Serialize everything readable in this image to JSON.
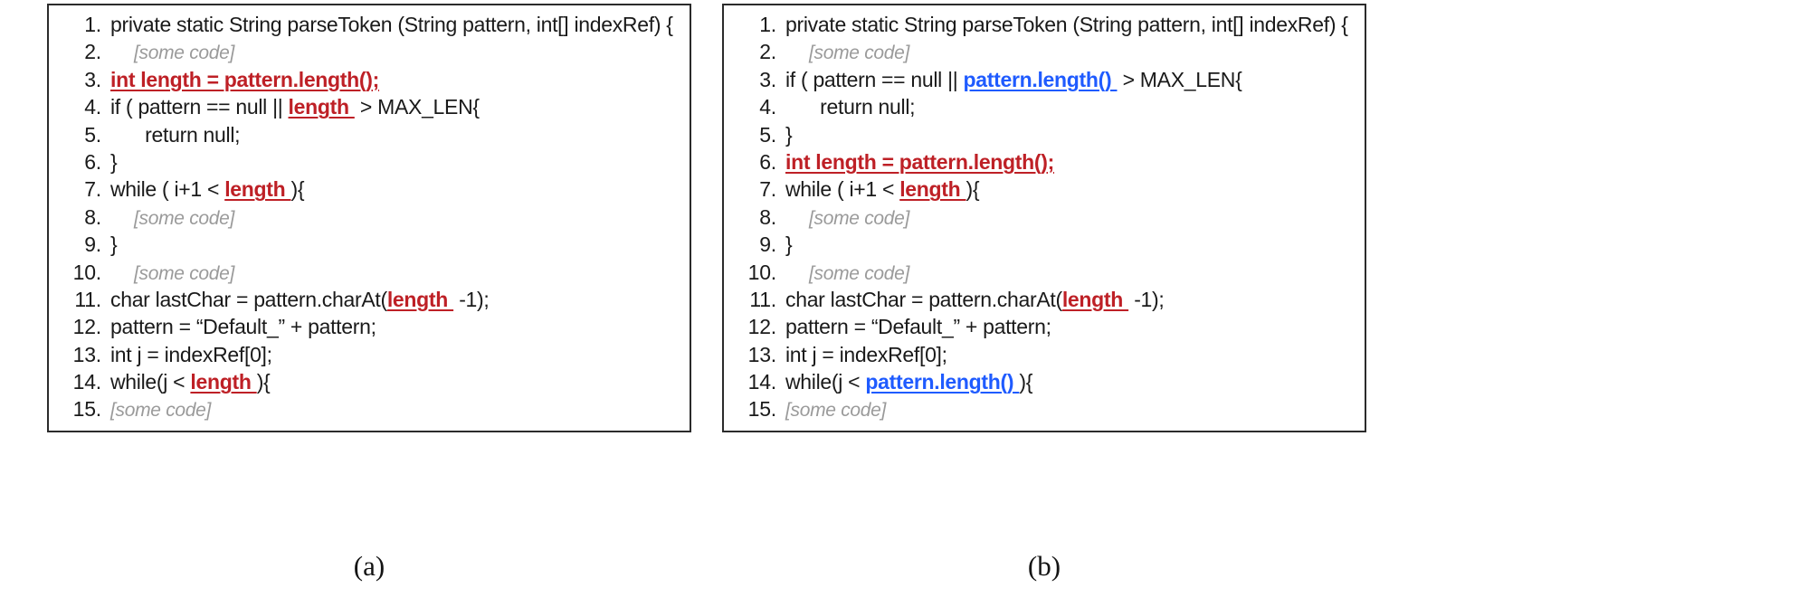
{
  "figure": {
    "panels": [
      {
        "id": "panel-a",
        "caption": "(a)",
        "lines": [
          {
            "n": "1.",
            "indent": 0,
            "tokens": [
              {
                "t": "plain",
                "s": "private static String parseToken (String pattern, int[] indexRef) {"
              }
            ]
          },
          {
            "n": "2.",
            "indent": 1,
            "tokens": [
              {
                "t": "ghost",
                "s": "[some code]"
              }
            ]
          },
          {
            "n": "3.",
            "indent": 0,
            "tokens": [
              {
                "t": "red",
                "s": "int length = pattern.length();"
              }
            ]
          },
          {
            "n": "4.",
            "indent": 0,
            "tokens": [
              {
                "t": "plain",
                "s": "if ( pattern == null || "
              },
              {
                "t": "red",
                "s": "length "
              },
              {
                "t": "plain",
                "s": " > MAX_LEN{"
              }
            ]
          },
          {
            "n": "5.",
            "indent": 1,
            "tokens": [
              {
                "t": "plain",
                "s": "  return null;"
              }
            ]
          },
          {
            "n": "6.",
            "indent": 0,
            "tokens": [
              {
                "t": "plain",
                "s": "}"
              }
            ]
          },
          {
            "n": "7.",
            "indent": 0,
            "tokens": [
              {
                "t": "plain",
                "s": "while ( i+1 < "
              },
              {
                "t": "red",
                "s": "length "
              },
              {
                "t": "plain",
                "s": "){"
              }
            ]
          },
          {
            "n": "8.",
            "indent": 1,
            "tokens": [
              {
                "t": "ghost",
                "s": "[some code]"
              }
            ]
          },
          {
            "n": "9.",
            "indent": 0,
            "tokens": [
              {
                "t": "plain",
                "s": "}"
              }
            ]
          },
          {
            "n": "10.",
            "indent": 1,
            "tokens": [
              {
                "t": "ghost",
                "s": "[some code]"
              }
            ]
          },
          {
            "n": "11.",
            "indent": 0,
            "tokens": [
              {
                "t": "plain",
                "s": "char lastChar = pattern.charAt("
              },
              {
                "t": "red",
                "s": "length "
              },
              {
                "t": "plain",
                "s": " -1);"
              }
            ]
          },
          {
            "n": "12.",
            "indent": 0,
            "tokens": [
              {
                "t": "plain",
                "s": "pattern = “Default_” + pattern;"
              }
            ]
          },
          {
            "n": "13.",
            "indent": 0,
            "tokens": [
              {
                "t": "plain",
                "s": "int j = indexRef[0];"
              }
            ]
          },
          {
            "n": "14.",
            "indent": 0,
            "tokens": [
              {
                "t": "plain",
                "s": "while(j < "
              },
              {
                "t": "red",
                "s": "length "
              },
              {
                "t": "plain",
                "s": "){"
              }
            ]
          },
          {
            "n": "15.",
            "indent": 0,
            "tokens": [
              {
                "t": "ghost",
                "s": "[some code]"
              }
            ]
          }
        ]
      },
      {
        "id": "panel-b",
        "caption": "(b)",
        "lines": [
          {
            "n": "1.",
            "indent": 0,
            "tokens": [
              {
                "t": "plain",
                "s": "private static String parseToken (String pattern, int[] indexRef) {"
              }
            ]
          },
          {
            "n": "2.",
            "indent": 1,
            "tokens": [
              {
                "t": "ghost",
                "s": "[some code]"
              }
            ]
          },
          {
            "n": "3.",
            "indent": 0,
            "tokens": [
              {
                "t": "plain",
                "s": "if ( pattern == null || "
              },
              {
                "t": "blue",
                "s": "pattern.length() "
              },
              {
                "t": "plain",
                "s": " > MAX_LEN{"
              }
            ]
          },
          {
            "n": "4.",
            "indent": 1,
            "tokens": [
              {
                "t": "plain",
                "s": "  return null;"
              }
            ]
          },
          {
            "n": "5.",
            "indent": 0,
            "tokens": [
              {
                "t": "plain",
                "s": "}"
              }
            ]
          },
          {
            "n": "6.",
            "indent": 0,
            "tokens": [
              {
                "t": "red",
                "s": "int length = pattern.length();"
              }
            ]
          },
          {
            "n": "7.",
            "indent": 0,
            "tokens": [
              {
                "t": "plain",
                "s": "while ( i+1 < "
              },
              {
                "t": "red",
                "s": "length "
              },
              {
                "t": "plain",
                "s": "){"
              }
            ]
          },
          {
            "n": "8.",
            "indent": 1,
            "tokens": [
              {
                "t": "ghost",
                "s": "[some code]"
              }
            ]
          },
          {
            "n": "9.",
            "indent": 0,
            "tokens": [
              {
                "t": "plain",
                "s": "}"
              }
            ]
          },
          {
            "n": "10.",
            "indent": 1,
            "tokens": [
              {
                "t": "ghost",
                "s": "[some code]"
              }
            ]
          },
          {
            "n": "11.",
            "indent": 0,
            "tokens": [
              {
                "t": "plain",
                "s": "char lastChar = pattern.charAt("
              },
              {
                "t": "red",
                "s": "length "
              },
              {
                "t": "plain",
                "s": " -1);"
              }
            ]
          },
          {
            "n": "12.",
            "indent": 0,
            "tokens": [
              {
                "t": "plain",
                "s": "pattern = “Default_” + pattern;"
              }
            ]
          },
          {
            "n": "13.",
            "indent": 0,
            "tokens": [
              {
                "t": "plain",
                "s": "int j = indexRef[0];"
              }
            ]
          },
          {
            "n": "14.",
            "indent": 0,
            "tokens": [
              {
                "t": "plain",
                "s": "while(j < "
              },
              {
                "t": "blue",
                "s": "pattern.length() "
              },
              {
                "t": "plain",
                "s": "){"
              }
            ]
          },
          {
            "n": "15.",
            "indent": 0,
            "tokens": [
              {
                "t": "ghost",
                "s": "[some code]"
              }
            ]
          }
        ]
      }
    ]
  },
  "colors": {
    "highlight_red": "#be2026",
    "highlight_blue": "#1f5bff",
    "ghost_gray": "#9a9a9a",
    "code_black": "#1a1a1a",
    "panel_border": "#2b2b2b"
  }
}
